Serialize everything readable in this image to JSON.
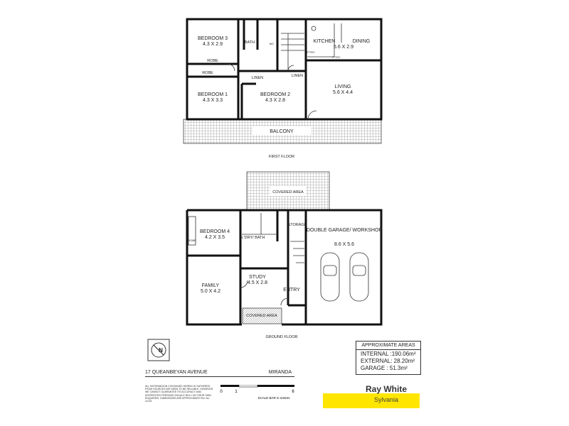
{
  "floors": {
    "first": {
      "label": "FIRST FLOOR",
      "rooms": [
        {
          "id": "bedroom3",
          "name": "BEDROOM 3",
          "dims": "4.3 X 2.9"
        },
        {
          "id": "bedroom1",
          "name": "BEDROOM 1",
          "dims": "4.3 X 3.3"
        },
        {
          "id": "bedroom2",
          "name": "BEDROOM 2",
          "dims": "4.3 X 2.8"
        },
        {
          "id": "kitchen",
          "name": "KITCHEN",
          "dims": "5.6 X 2.9"
        },
        {
          "id": "dining",
          "name": "DINING",
          "dims": ""
        },
        {
          "id": "living",
          "name": "LIVING",
          "dims": "5.6 X 4.4"
        }
      ],
      "minor": {
        "robe": "ROBE",
        "linen": "LINEN",
        "bath": "BATH",
        "wc": "WC",
        "pantry": "P'TRY",
        "balcony": "BALCONY"
      }
    },
    "ground": {
      "label": "GROUND FLOOR",
      "rooms": [
        {
          "id": "bedroom4",
          "name": "BEDROOM 4",
          "dims": "4.2 X 3.5"
        },
        {
          "id": "family",
          "name": "FAMILY",
          "dims": "5.0 X 4.2"
        },
        {
          "id": "study",
          "name": "STUDY",
          "dims": "4.5 X 2.8"
        },
        {
          "id": "garage",
          "name": "DOUBLE GARAGE/ WORKSHOP",
          "dims": "8.6 X 5.6"
        }
      ],
      "minor": {
        "covered": "COVERED AREA",
        "storage": "STORAGE",
        "lorybath": "L'DRY/ BATH",
        "entry": "ENTRY",
        "robe": "ROBE"
      }
    }
  },
  "areas": {
    "title": "APPROXIMATE AREAS",
    "internal": "INTERNAL :190.06m²",
    "external": "EXTERNAL:  28.20m²",
    "garage": "GARAGE  :  51.3m²"
  },
  "address": {
    "street": "17 QUEANBEYAN AVENUE",
    "suburb": "MIRANDA"
  },
  "disclaimer": "ALL INFORMATION CONTAINED HEREIN IS GATHERED FROM SOURCES WE DEEM TO BE RELIABLE. HOWEVER WE CANNOT GUARANTEE ITS ACCURACY AND INTERESTED PERSONS SHOULD RELY ON THEIR OWN ENQUIRIES. DIMENSIONS ARE APPROXIMATE Ref. No. 11215",
  "scale": {
    "ticks": [
      "0",
      "1",
      "6"
    ],
    "caption": "SCALE BAR in metres"
  },
  "brand": {
    "name": "Ray White",
    "location": "Sylvania"
  },
  "compass": "N"
}
